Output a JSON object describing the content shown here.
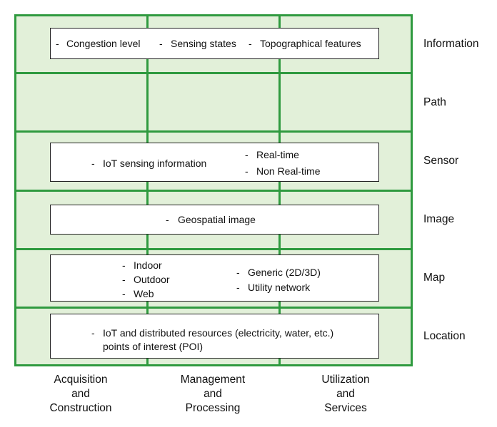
{
  "rows": [
    {
      "label": "Information",
      "items": [
        "Congestion level",
        "Sensing states",
        "Topographical features"
      ]
    },
    {
      "label": "Path"
    },
    {
      "label": "Sensor",
      "left_item": "IoT sensing information",
      "right_items": [
        "Real-time",
        "Non Real-time"
      ]
    },
    {
      "label": "Image",
      "items": [
        "Geospatial image"
      ]
    },
    {
      "label": "Map",
      "left_items": [
        "Indoor",
        "Outdoor",
        "Web"
      ],
      "right_items": [
        "Generic (2D/3D)",
        "Utility network"
      ]
    },
    {
      "label": "Location",
      "line1": "IoT and distributed resources (electricity, water, etc.)",
      "line2": "points of interest (POI)"
    }
  ],
  "columns": [
    {
      "lines": [
        "Acquisition",
        "and",
        "Construction"
      ]
    },
    {
      "lines": [
        "Management",
        "and",
        "Processing"
      ]
    },
    {
      "lines": [
        "Utilization",
        "and",
        "Services"
      ]
    }
  ],
  "bullet": "-",
  "colors": {
    "cell_fill": "#e2f0d9",
    "grid_line": "#2f9a3f",
    "box_border": "#222222"
  }
}
